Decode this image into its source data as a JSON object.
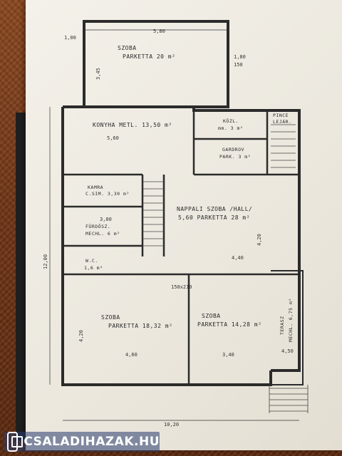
{
  "watermark": {
    "text": "CSALADIHAZAK.HU"
  },
  "rooms": {
    "szoba_top": {
      "name": "SZOBA",
      "detail": "PARKETTA 20 m²"
    },
    "konyha": {
      "name": "KONYHA METL. 13,50 m²"
    },
    "kozl": {
      "name": "KÖZL.",
      "detail": "mm. 3 m²"
    },
    "pince": {
      "name": "PINCE",
      "detail": "LEJÁR."
    },
    "gardrob": {
      "name": "GARDROV",
      "detail": "PARK. 3 m²"
    },
    "kamra": {
      "name": "KAMRA",
      "detail": "C.SIM. 3,30 m²"
    },
    "nappali": {
      "name": "NAPPALI SZOBA /HALL/",
      "detail": "5,60 PARKETTA 28 m²"
    },
    "furdo": {
      "name": "FÜRDŐSZ.",
      "detail": "MECHL. 6 m²"
    },
    "wc": {
      "name": "W.C.",
      "detail": "1,6 m²"
    },
    "szoba_left": {
      "name": "SZOBA",
      "detail": "PARKETTA 18,32 m²"
    },
    "szoba_mid": {
      "name": "SZOBA",
      "detail": "PARKETTA 14,28 m²"
    },
    "terasz": {
      "name": "TERASZ",
      "detail": "MECHL. 6,75 m²"
    }
  },
  "dimensions": {
    "top_width": "5,80",
    "top_left": "1,00",
    "top_height": "3,45",
    "konyha_width": "5,60",
    "kamra_w": "3,00",
    "left_total": "12,00",
    "hall_h": "4,20",
    "hall_w": "4,40",
    "szoba_left_w": "4,60",
    "szoba_left_h": "4,20",
    "szoba_mid_w": "3,40",
    "terasz_w": "4,50",
    "bottom_total": "10,20",
    "window_a": "1,80",
    "window_b": "150",
    "stair_note": "150x210"
  }
}
